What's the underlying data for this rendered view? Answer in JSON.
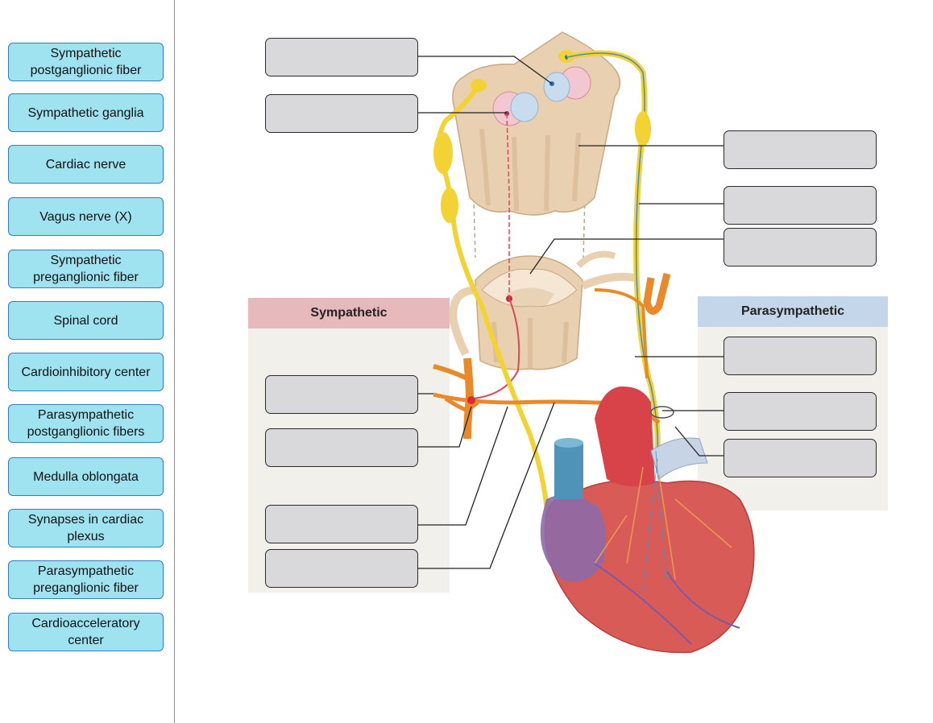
{
  "label_bank": [
    "Sympathetic postganglionic fiber",
    "Sympathetic ganglia",
    "Cardiac nerve",
    "Vagus nerve (X)",
    "Sympathetic preganglionic fiber",
    "Spinal cord",
    "Cardioinhibitory center",
    "Parasympathetic postganglionic fibers",
    "Medulla oblongata",
    "Synapses in cardiac plexus",
    "Parasympathetic preganglionic fiber",
    "Cardioacceleratory center"
  ],
  "panels": {
    "sympathetic": {
      "title": "Sympathetic",
      "header_color": "#e7b9bd",
      "body_color": "#f1f0ea"
    },
    "parasympathetic": {
      "title": "Parasympathetic",
      "header_color": "#c4d6ea",
      "body_color": "#f1f0ea"
    }
  },
  "colors": {
    "label_tile_fill": "#9fe3f1",
    "label_tile_border": "#2f7fc7",
    "drop_box_fill": "#d9d9db",
    "nerve_yellow": "#f3d233",
    "nerve_orange": "#e88a2a",
    "tissue": "#e9d0b0",
    "heart_red": "#d95b57",
    "atrium_purple": "#8d6aa8",
    "vessel_blue": "#4f93b8"
  }
}
